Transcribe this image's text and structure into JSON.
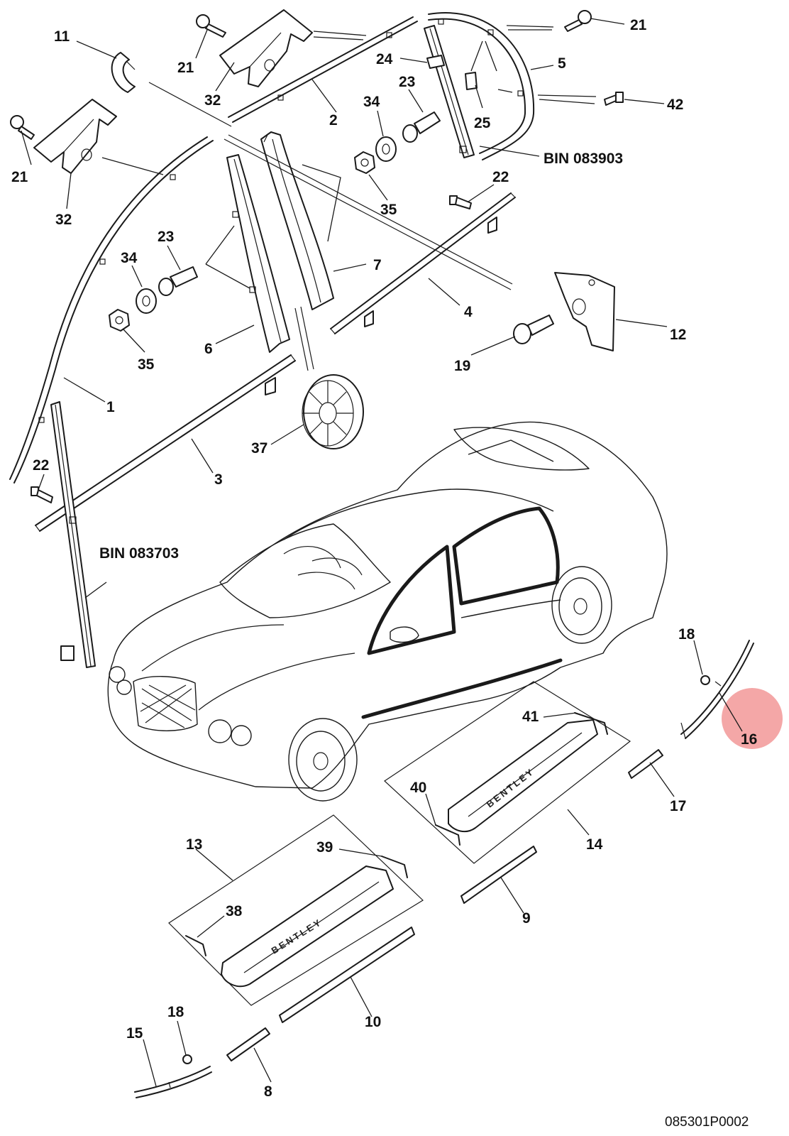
{
  "diagram": {
    "callouts": {
      "c1": "1",
      "c2": "2",
      "c3": "3",
      "c4": "4",
      "c5": "5",
      "c6": "6",
      "c7": "7",
      "c8": "8",
      "c9": "9",
      "c10": "10",
      "c11": "11",
      "c12": "12",
      "c13": "13",
      "c14": "14",
      "c15": "15",
      "c16": "16",
      "c17": "17",
      "c18a": "18",
      "c18b": "18",
      "c19": "19",
      "c21a": "21",
      "c21b": "21",
      "c21c": "21",
      "c22a": "22",
      "c22b": "22",
      "c23a": "23",
      "c23b": "23",
      "c24": "24",
      "c25": "25",
      "c32a": "32",
      "c32b": "32",
      "c34a": "34",
      "c34b": "34",
      "c35a": "35",
      "c35b": "35",
      "c37": "37",
      "c38": "38",
      "c39": "39",
      "c40": "40",
      "c41": "41",
      "c42": "42"
    },
    "refs": {
      "bin_rear": "BIN 083903",
      "bin_front": "BIN 083703"
    },
    "sill_brand": "BENTLEY",
    "drawing_number": "085301P0002",
    "highlight_color": "#f08a8a"
  }
}
